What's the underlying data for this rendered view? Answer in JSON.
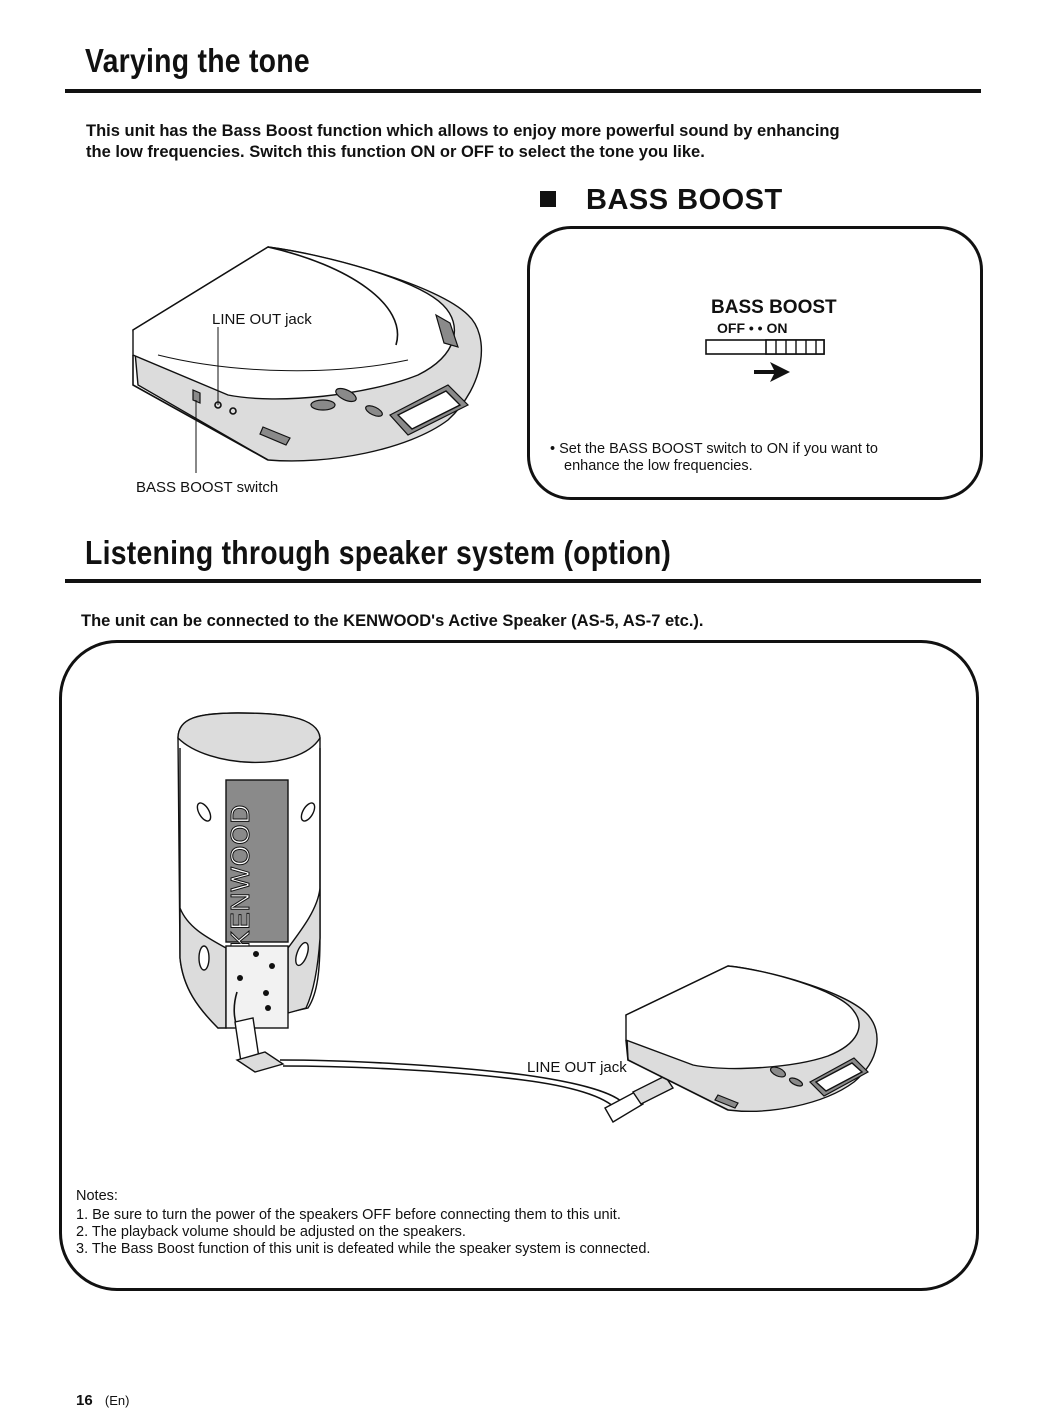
{
  "section1": {
    "title": "Varying the tone",
    "intro_line1": "This unit has the Bass Boost function which allows to enjoy more powerful sound by enhancing",
    "intro_line2": "the low frequencies. Switch this function ON or OFF to select the tone you like.",
    "bass_boost_heading": "BASS BOOST",
    "device_labels": {
      "line_out": "LINE OUT jack",
      "bass_switch": "BASS BOOST switch"
    },
    "switch_panel": {
      "title": "BASS BOOST",
      "positions": "OFF • • ON",
      "note_line1": "• Set the BASS BOOST switch to ON if you want to",
      "note_line2": "enhance the low frequencies."
    }
  },
  "section2": {
    "title": "Listening through speaker system (option)",
    "intro": "The unit can be connected to the KENWOOD's Active Speaker (AS-5, AS-7 etc.).",
    "speaker_brand": "KENWOOD",
    "line_out_label": "LINE OUT jack",
    "notes_title": "Notes:",
    "notes": [
      "1.  Be sure to turn the power of the speakers OFF before connecting them to this unit.",
      "2.  The playback volume should be adjusted on the speakers.",
      "3.  The Bass Boost function of this unit is defeated while the speaker system is connected."
    ]
  },
  "footer": {
    "page_number": "16",
    "language": "(En)"
  }
}
